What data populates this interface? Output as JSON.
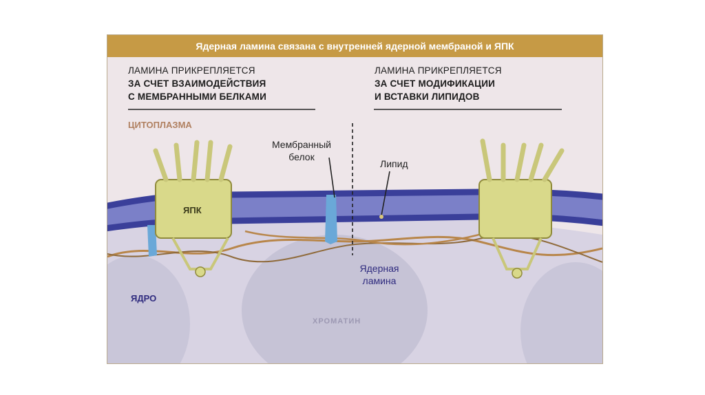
{
  "banner": {
    "title": "Ядерная ламина связана с внутренней ядерной мембраной и ЯПК"
  },
  "left_heading": {
    "line1": "ЛАМИНА ПРИКРЕПЛЯЕТСЯ",
    "line2": "ЗА СЧЕТ ВЗАИМОДЕЙСТВИЯ",
    "line3": "С МЕМБРАННЫМИ БЕЛКАМИ"
  },
  "right_heading": {
    "line1": "ЛАМИНА ПРИКРЕПЛЯЕТСЯ",
    "line2": "ЗА СЧЕТ МОДИФИКАЦИИ",
    "line3": "И ВСТАВКИ ЛИПИДОВ"
  },
  "labels": {
    "cytoplasm": "ЦИТОПЛАЗМА",
    "membrane_protein_1": "Мембранный",
    "membrane_protein_2": "белок",
    "lipid": "Липид",
    "npc": "ЯПК",
    "nuclear_lamina_1": "Ядерная",
    "nuclear_lamina_2": "ламина",
    "nucleus": "ЯДРО",
    "chromatin": "ХРОМАТИН"
  },
  "colors": {
    "banner": "#c69a45",
    "background": "#eee6e9",
    "membrane_outer": "#3a3f9a",
    "membrane_inner": "#7b80c8",
    "npc": "#d9d98a",
    "lamina": "#b8864a",
    "membrane_protein": "#6aa8d8",
    "nucleus_label": "#2e2a7e",
    "cytoplasm_label": "#b08060",
    "chromatin": "#c8c6d6"
  }
}
